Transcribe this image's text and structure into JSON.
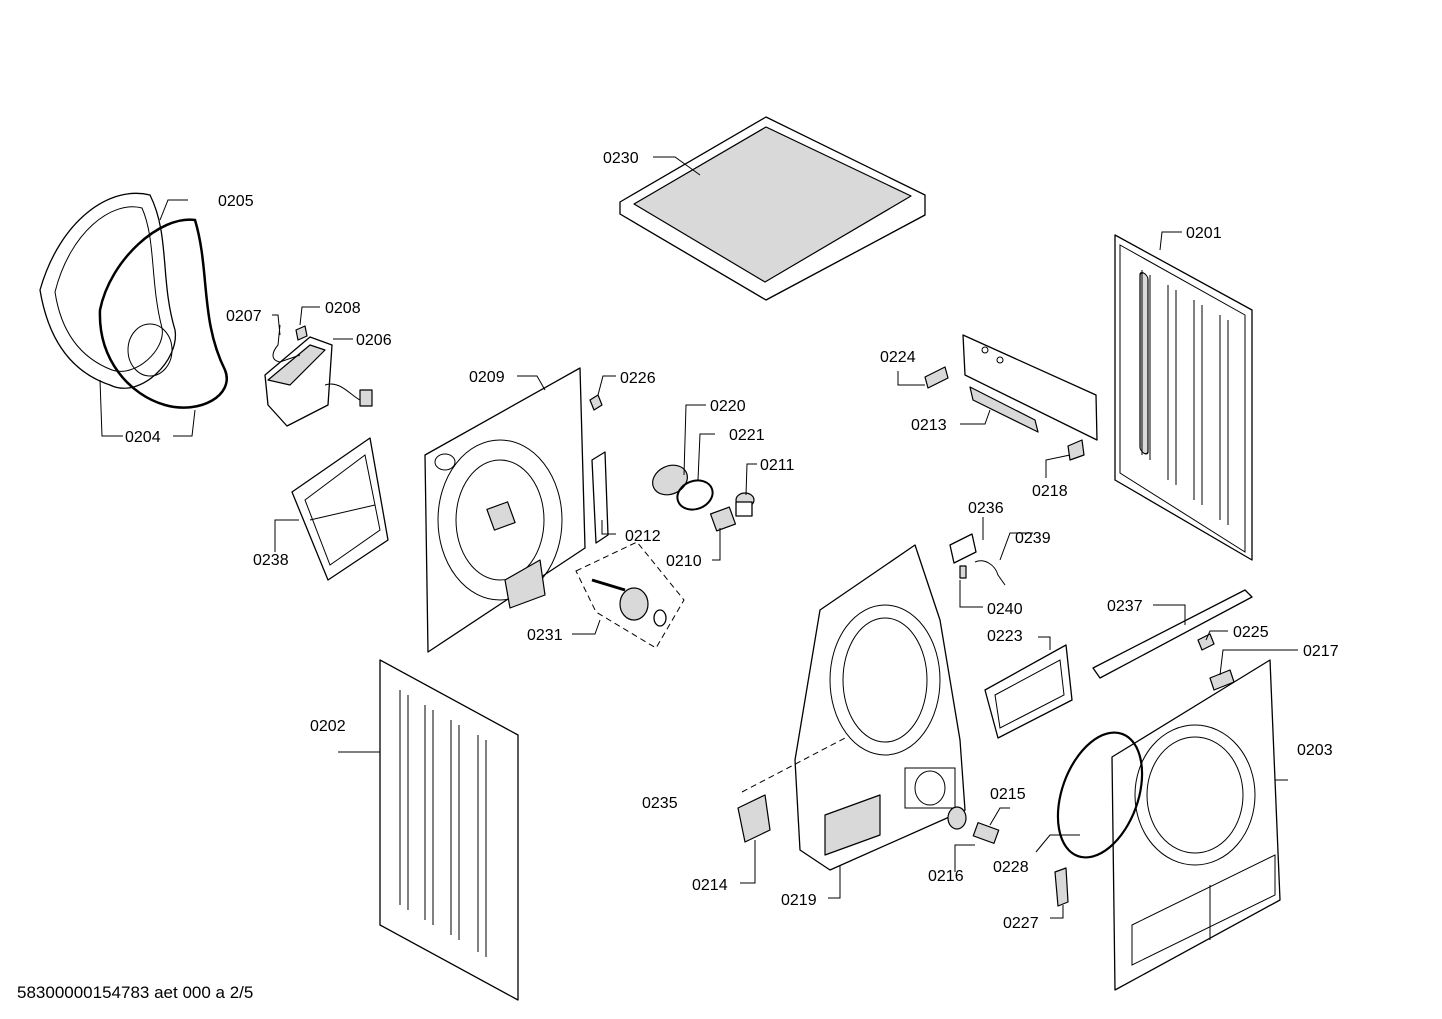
{
  "document_id": "58300000154783 aet 000 a 2/5",
  "callouts": {
    "p0201": "0201",
    "p0202": "0202",
    "p0203": "0203",
    "p0204": "0204",
    "p0205": "0205",
    "p0206": "0206",
    "p0207": "0207",
    "p0208": "0208",
    "p0209": "0209",
    "p0210": "0210",
    "p0211": "0211",
    "p0212": "0212",
    "p0213": "0213",
    "p0214": "0214",
    "p0215": "0215",
    "p0216": "0216",
    "p0217": "0217",
    "p0218": "0218",
    "p0219": "0219",
    "p0220": "0220",
    "p0221": "0221",
    "p0223": "0223",
    "p0224": "0224",
    "p0225": "0225",
    "p0226": "0226",
    "p0227": "0227",
    "p0228": "0228",
    "p0230": "0230",
    "p0231": "0231",
    "p0235": "0235",
    "p0236": "0236",
    "p0237": "0237",
    "p0238": "0238",
    "p0239": "0239",
    "p0240": "0240"
  }
}
